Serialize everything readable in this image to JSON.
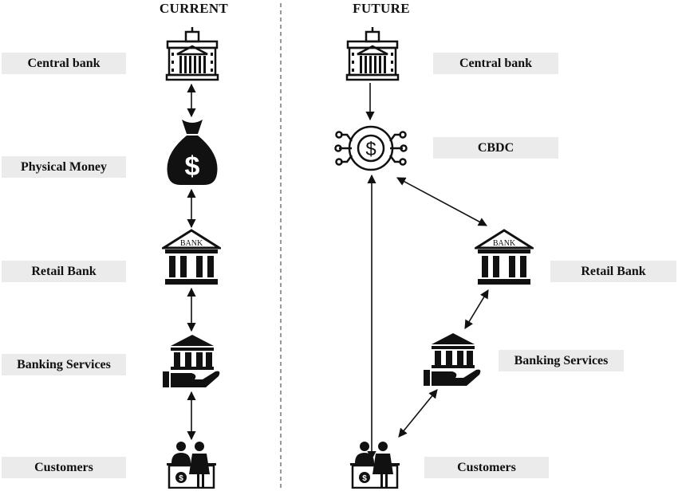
{
  "headers": {
    "current": "CURRENT",
    "future": "FUTURE"
  },
  "current": {
    "labels": [
      "Central bank",
      "Physical Money",
      "Retail Bank",
      "Banking Services",
      "Customers"
    ]
  },
  "future": {
    "labels": {
      "central_bank": "Central bank",
      "cbdc": "CBDC",
      "retail_bank": "Retail Bank",
      "banking_services": "Banking Services",
      "customers": "Customers"
    }
  },
  "icon_text": {
    "bank": "BANK",
    "dollar": "$"
  },
  "icons": [
    "central-bank-building-icon",
    "money-bag-icon",
    "bank-icon",
    "banking-services-hand-icon",
    "customers-desk-icon",
    "cbdc-digital-coin-icon"
  ]
}
